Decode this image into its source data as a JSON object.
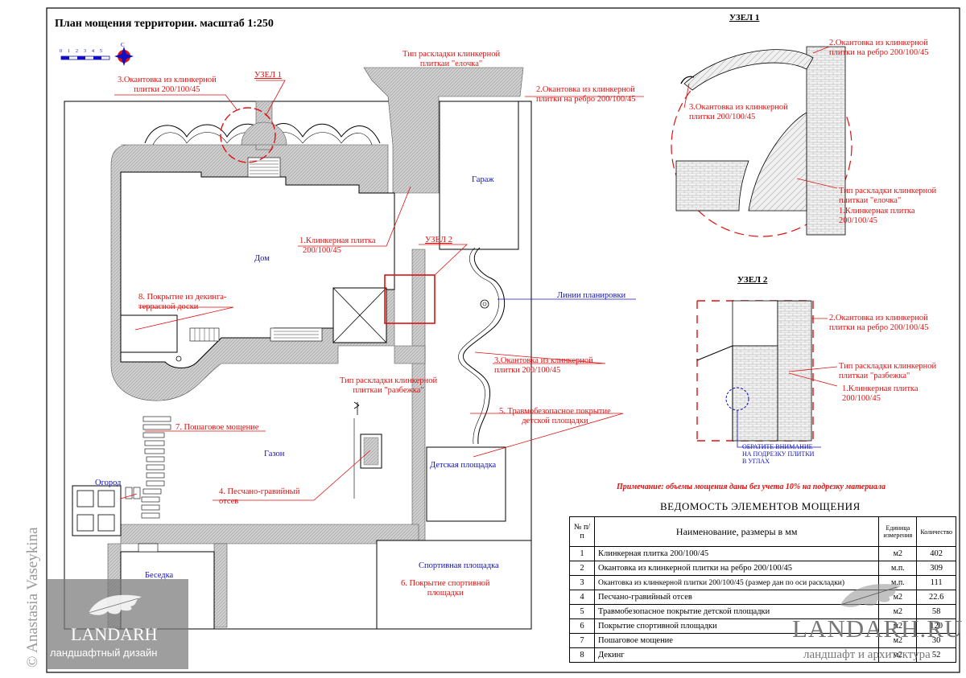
{
  "title": "План  мощения территории. масштаб 1:250",
  "scale_ticks": [
    "0",
    "1",
    "2",
    "3",
    "4",
    "5"
  ],
  "compass_label": "С",
  "labels": {
    "elochka_top": [
      "Тип раскладки клинкерной",
      "плиткаи \"елочка\""
    ],
    "edge_rib_top": [
      "2.Окантовка из клинкерной",
      "плитки на ребро 200/100/45"
    ],
    "edge3_top": [
      "3.Окантовка из клинкерной",
      "плитки 200/100/45"
    ],
    "node1_marker": "УЗЕЛ 1",
    "node2_marker": "УЗЕЛ 2",
    "garage": "Гараж",
    "house": "Дом",
    "clinker1": [
      "1.Клинкерная плитка",
      "200/100/45"
    ],
    "decking": [
      "8. Покрытие из декинга-",
      "террасной доски"
    ],
    "planning_lines": "Линии планировки",
    "edge3_mid": [
      "3.Окантовка из клинкерной",
      "плитки 200/100/45"
    ],
    "razbezhka": [
      "Тип раскладки клинкерной",
      "плиткаи \"разбежка\""
    ],
    "safe_cover": [
      "5. Травмобезопасное покрытие",
      "детской площадки"
    ],
    "step_paving": "7. Пошаговое мощение",
    "lawn": "Газон",
    "playground": "Детская площадка",
    "garden": "Огород",
    "gravel": [
      "4. Песчано-гравийный",
      "отсев"
    ],
    "gazebo": "Беседка",
    "sport_area": "Спортивная площадка",
    "sport_cover": [
      "6. Покрытие спортивной",
      "площадки"
    ]
  },
  "node1": {
    "title": "УЗЕЛ 1",
    "edge_rib": [
      "2.Окантовка из клинкерной",
      "плитки на ребро 200/100/45"
    ],
    "edge3": [
      "3.Окантовка из клинкерной",
      "плитки 200/100/45"
    ],
    "elochka": [
      "Тип раскладки клинкерной",
      "плиткаи \"елочка\""
    ],
    "clinker1": [
      "1.Клинкерная плитка",
      "200/100/45"
    ]
  },
  "node2": {
    "title": "УЗЕЛ 2",
    "edge_rib": [
      "2.Окантовка из клинкерной",
      "плитки на ребро 200/100/45"
    ],
    "razbezhka": [
      "Тип раскладки клинкерной",
      "плиткаи \"разбежка\""
    ],
    "clinker1": [
      "1.Клинкерная плитка",
      "200/100/45"
    ],
    "attention": [
      "ОБРАТИТЕ ВНИМАНИЕ",
      "НА ПОДРЕЗКУ ПЛИТКИ",
      "В УГЛАХ"
    ]
  },
  "note": "Примечание: объемы мощения даны без учета 10% на подрезку материала",
  "table": {
    "title": "ВЕДОМОСТЬ  ЭЛЕМЕНТОВ  МОЩЕНИЯ",
    "headers": {
      "num": "№ п/п",
      "name": "Наименование, размеры в мм",
      "unit": "Единица измерения",
      "qty": "Количество"
    },
    "rows": [
      {
        "num": "1",
        "name": "Клинкерная плитка  200/100/45",
        "unit": "м2",
        "qty": "402"
      },
      {
        "num": "2",
        "name": "Окантовка из клинкерной плитки на ребро  200/100/45",
        "unit": "м.п.",
        "qty": "309"
      },
      {
        "num": "3",
        "name": "Окантовка из клинкерной плитки 200/100/45 (размер дан по оси раскладки)",
        "unit": "м.п.",
        "qty": "111"
      },
      {
        "num": "4",
        "name": "Песчано-гравийный отсев",
        "unit": "м2",
        "qty": "22.6"
      },
      {
        "num": "5",
        "name": "Травмобезопасное покрытие детской площадки",
        "unit": "м2",
        "qty": "58"
      },
      {
        "num": "6",
        "name": "Покрытие спортивной площадки",
        "unit": "м2",
        "qty": "120"
      },
      {
        "num": "7",
        "name": "Пошаговое мощение",
        "unit": "м2",
        "qty": "30"
      },
      {
        "num": "8",
        "name": "Декинг",
        "unit": "м2",
        "qty": "52"
      }
    ]
  },
  "watermarks": {
    "side": "© Anastasia Vaseykina",
    "left_brand": "LANDARH",
    "left_sub": "ландшафтный дизайн",
    "right_brand": "LANDARH.RU",
    "right_sub": "ландшафт и архитектура"
  },
  "colors": {
    "red": "#e01010",
    "blue": "#1010c0",
    "paving": "#c8c8c8",
    "line": "#000000"
  }
}
